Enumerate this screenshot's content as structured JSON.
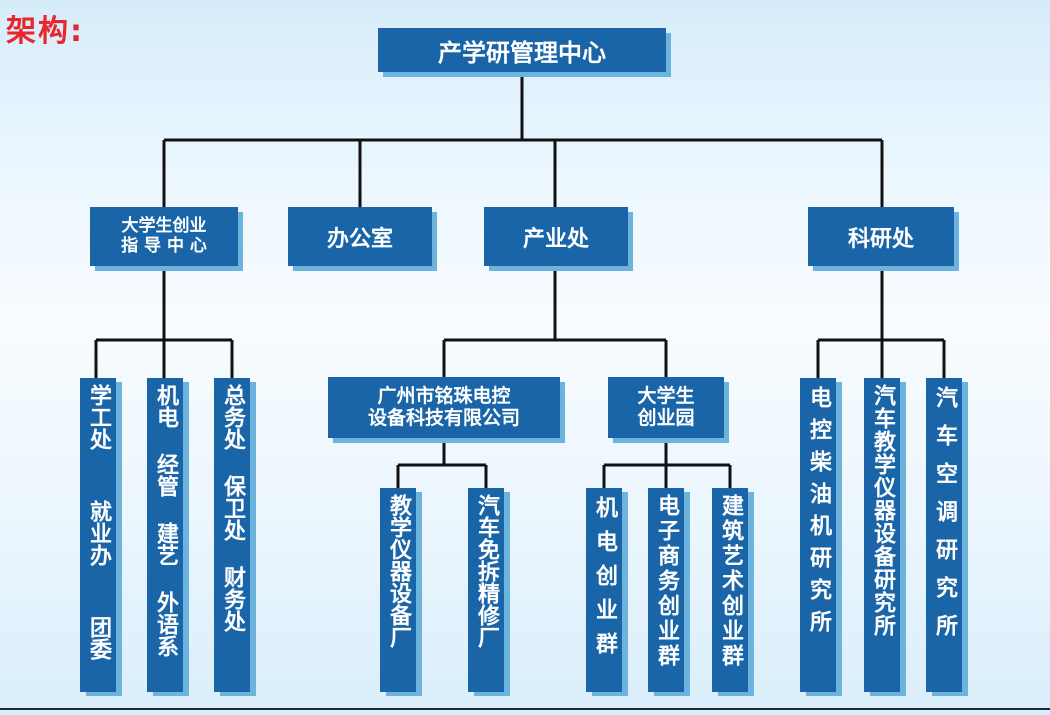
{
  "header": {
    "title": "架构:"
  },
  "root": "产学研管理中心",
  "level1": {
    "innovation_center": "大学生创业\n指 导 中 心",
    "office": "办公室",
    "industry_dept": "产业处",
    "research_dept": "科研处"
  },
  "innovation_children": [
    "学工处  就业办  团委",
    "机电 经管 建艺 外语系",
    "总务处 保卫处 财务处"
  ],
  "industry_children": {
    "company": "广州市铭珠电控\n设备科技有限公司",
    "park": "大学生\n创业园"
  },
  "company_children": [
    "教学仪器设备厂",
    "汽车免拆精修厂"
  ],
  "park_children": [
    "机电创业群",
    "电子商务创业群",
    "建筑艺术创业群"
  ],
  "research_children": [
    "电控柴油机研究所",
    "汽车教学仪器设备研究所",
    "汽车空调研究所"
  ]
}
